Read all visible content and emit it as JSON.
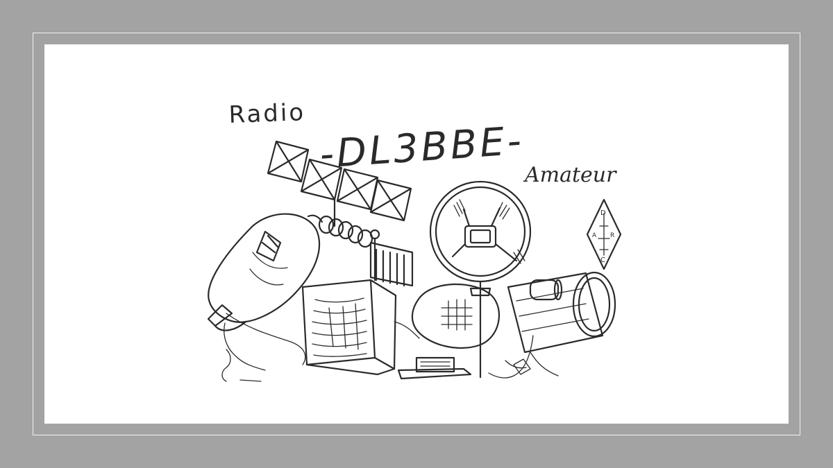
{
  "card": {
    "word_left": "Radio",
    "callsign": "-DL3BBE-",
    "word_right": "Amateur",
    "logo_letters": [
      "D",
      "A",
      "R",
      "C"
    ]
  },
  "colors": {
    "background": "#a3a3a3",
    "mat_border": "#f2f2f2",
    "paper": "#ffffff",
    "ink": "#2a2a2a"
  },
  "illustration_elements": [
    "vacuum-tube",
    "antenna-array",
    "coil",
    "transformer",
    "loop-antenna",
    "meter",
    "morse-key",
    "tuning-capacitor"
  ]
}
